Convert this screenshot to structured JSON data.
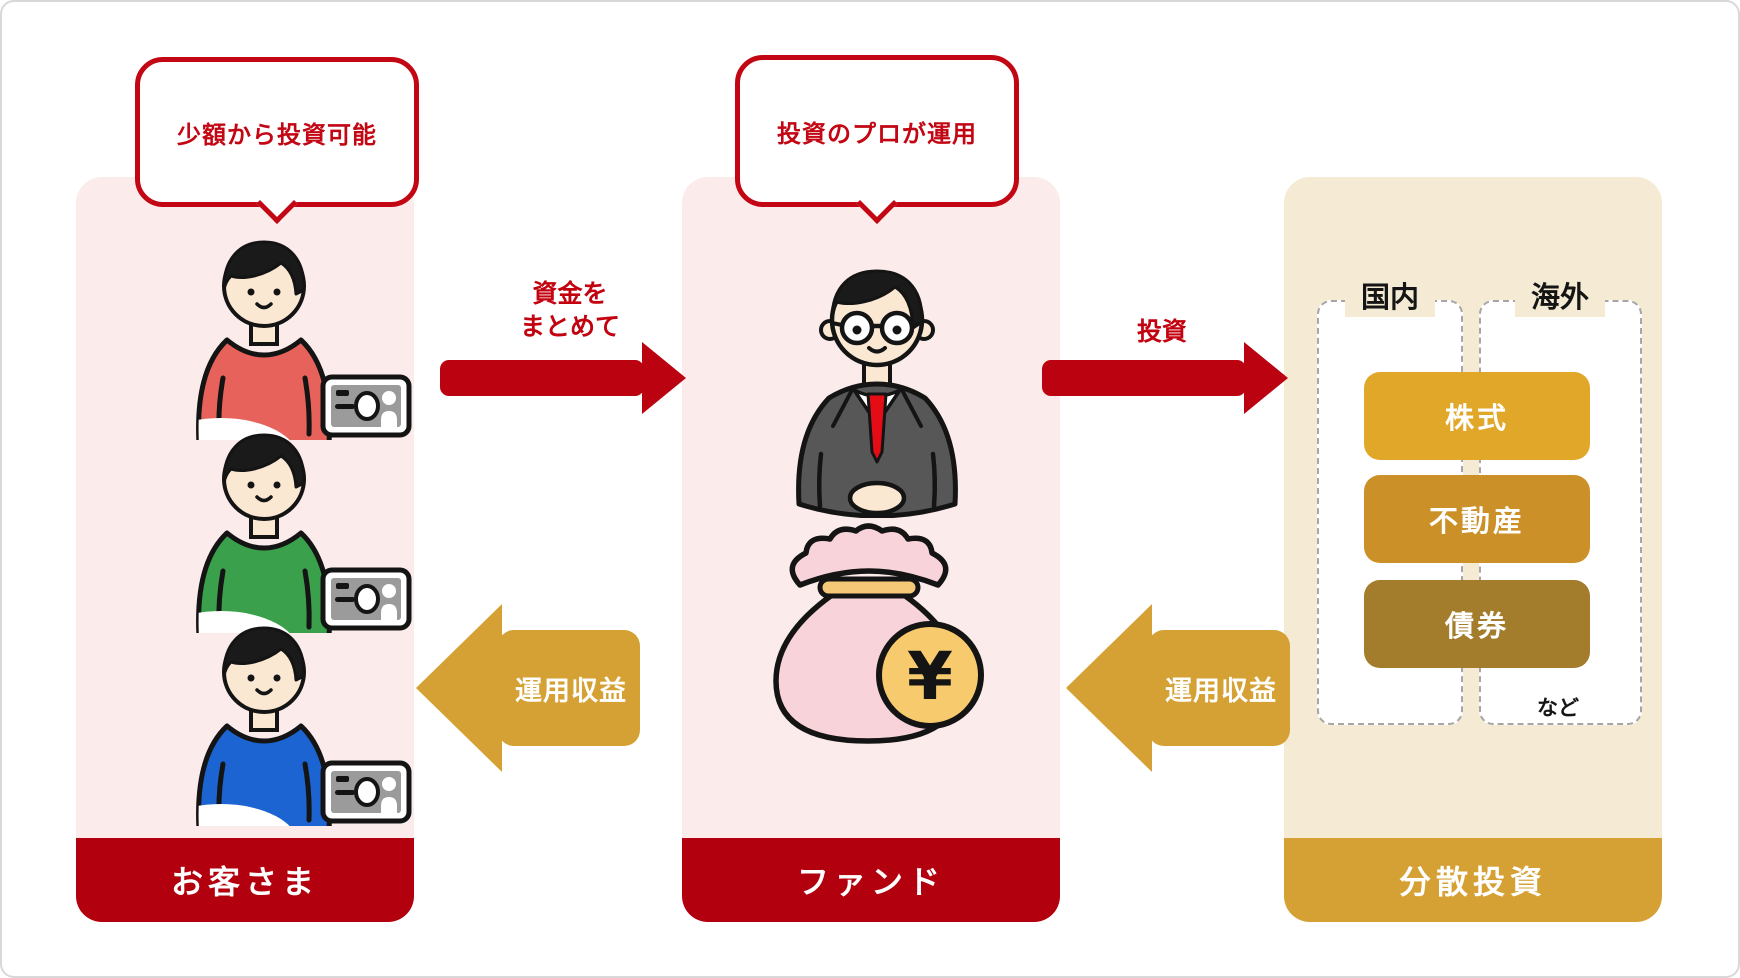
{
  "bubbles": {
    "left": {
      "text": "少額から投資可能"
    },
    "middle": {
      "text": "投資のプロが運用"
    }
  },
  "panels": {
    "customers": {
      "footer": "お客さま"
    },
    "fund": {
      "footer": "ファンド"
    },
    "diversification": {
      "footer": "分散投資",
      "regions": [
        {
          "label": "国内"
        },
        {
          "label": "海外"
        }
      ],
      "assets": [
        {
          "label": "株式",
          "color": "#E0A728"
        },
        {
          "label": "不動産",
          "color": "#CB9128"
        },
        {
          "label": "債券",
          "color": "#A37C2C"
        }
      ],
      "etc_label": "など"
    }
  },
  "arrows": {
    "pool_funds": {
      "lines": [
        "資金を",
        "まとめて"
      ],
      "direction": "right",
      "color": "#BB0210"
    },
    "invest": {
      "label": "投資",
      "direction": "right",
      "color": "#BB0210"
    },
    "returns_to_fund": {
      "label": "運用収益",
      "direction": "left",
      "color": "#D5A134"
    },
    "returns_to_customers": {
      "label": "運用収益",
      "direction": "left",
      "color": "#D5A134"
    }
  },
  "fund_visual": {
    "yen_symbol": "¥"
  },
  "icons": {
    "customers": [
      "customer-red-icon",
      "customer-green-icon",
      "customer-blue-icon"
    ],
    "banknotes": [
      "banknote-icon",
      "banknote-icon",
      "banknote-icon"
    ],
    "fund": [
      "fund-manager-icon",
      "money-bag-icon",
      "yen-coin-icon"
    ]
  },
  "colors": {
    "panel_pink": "#FBECEB",
    "panel_beige": "#F5EAD3",
    "footer_red": "#B2000E",
    "footer_gold": "#D5A134",
    "accent_red": "#C30613",
    "bag_pink": "#F8D3DA",
    "coin_gold": "#F8CA6E",
    "shirt_red": "#E8625C",
    "shirt_green": "#3AA04B",
    "shirt_blue": "#1C64D2"
  }
}
